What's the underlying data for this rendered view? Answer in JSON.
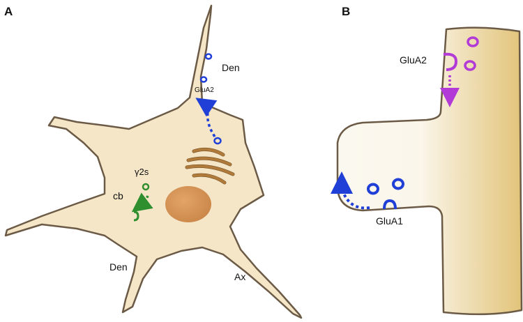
{
  "panel_a": {
    "letter": "A",
    "labels": {
      "den_top": "Den",
      "glua2": "GluA2",
      "gamma2s": "γ2s",
      "cb": "cb",
      "den_bottom": "Den",
      "ax": "Ax"
    }
  },
  "panel_b": {
    "letter": "B",
    "labels": {
      "glua2": "GluA2",
      "glua1": "GluA1"
    }
  },
  "colors": {
    "cell_fill": "#f5e6c8",
    "cell_outline": "#6b5a45",
    "nucleus": "#d9975a",
    "golgi": "#b07a3a",
    "glua2_blue": "#1f3fd6",
    "gamma_green": "#2f8f2f",
    "spine_magenta": "#b23ad6",
    "spine_gold": "#e2c47a"
  }
}
